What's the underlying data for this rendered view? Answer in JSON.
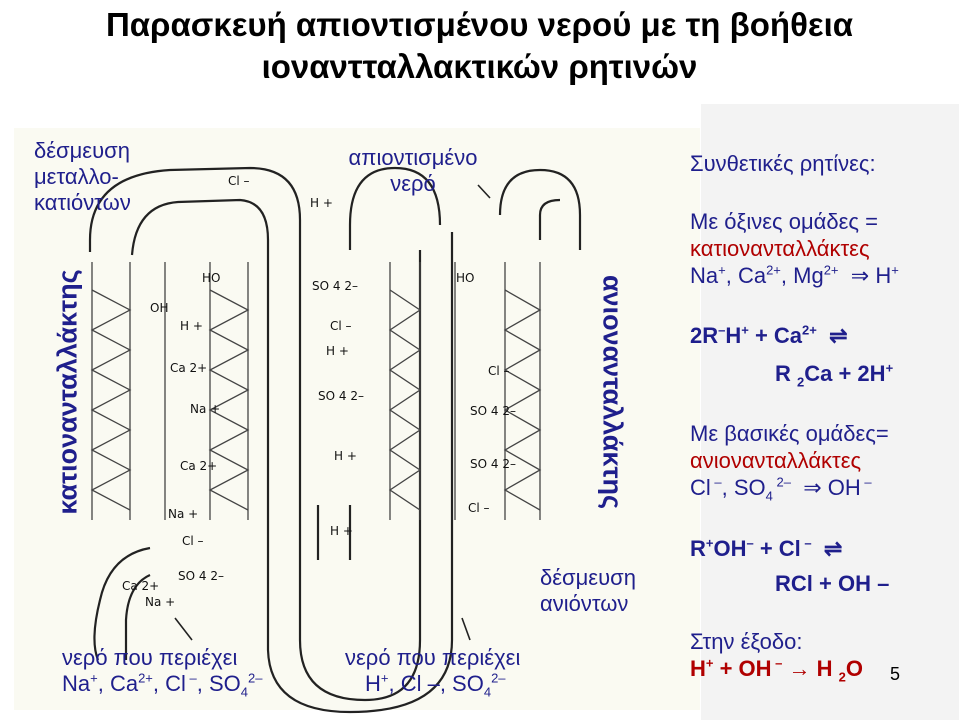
{
  "title": {
    "line1": "Παρασκευή απιοντισμένου νερού με τη βοήθεια",
    "line2": "ιοναντταλλακτικών ρητινών"
  },
  "diagram": {
    "top_left_label": [
      "δέσμευση",
      "μεταλλο-",
      "κατιόντων"
    ],
    "top_center_label": [
      "απιοντισμένο",
      "νερό"
    ],
    "left_vertical": "κατιονανταλλάκτης",
    "right_vertical": "ανιονανταλλάκτης",
    "anion_binding": [
      "δέσμευση",
      "ανιόντων"
    ],
    "bottom_left": {
      "line1": "νερό που περιέχει",
      "line2_parts": [
        "Na",
        "+",
        ", Ca",
        "2+",
        ", Cl",
        " –",
        ", SO",
        "4",
        "2–"
      ]
    },
    "bottom_center": {
      "line1": "νερό που περιέχει",
      "line2_parts": [
        "H",
        "+",
        ", Cl –, SO",
        "4",
        "2–"
      ]
    },
    "resin_text": {
      "cl_top": "Cl –",
      "h_top": "H +",
      "so4": "SO 4 2–",
      "cl": "Cl –",
      "h": "H +",
      "na": "Na +",
      "ca": "Ca 2+",
      "oh": "OH",
      "ho": "HO"
    }
  },
  "panel": {
    "heading": "Συνθετικές ρητίνες:",
    "acid_line": "Με όξινες ομάδες =",
    "acid_type": "κατιονανταλλάκτες",
    "cation_ions": [
      "Na",
      "+",
      ", Ca",
      "2+",
      ", Mg",
      "2+"
    ],
    "implies": "⇒",
    "cation_product": [
      "H",
      "+"
    ],
    "eq1_left": [
      "2R",
      "–",
      "H",
      "+",
      " + Ca",
      "2+"
    ],
    "eq1_right": [
      "R ",
      "2",
      "Ca + 2H",
      "+"
    ],
    "eq_arrow": "⇌",
    "base_line": "Με βασικές ομάδες=",
    "base_type": "ανιονανταλλάκτες",
    "anion_ions": [
      "Cl",
      " –",
      ", SO",
      "4",
      " 2–"
    ],
    "anion_product": [
      "OH",
      " –"
    ],
    "eq2_left": [
      "R",
      "+",
      "OH",
      "–",
      " + Cl",
      " –"
    ],
    "eq2_right": "RCl + OH –",
    "exit_label": "Στην έξοδο:",
    "exit_eq": [
      "H",
      "+",
      " + OH",
      " –",
      " → H ",
      "2",
      "O"
    ],
    "page_number": "5"
  },
  "colors": {
    "blue": "#1f1f8c",
    "red": "#b00000"
  }
}
